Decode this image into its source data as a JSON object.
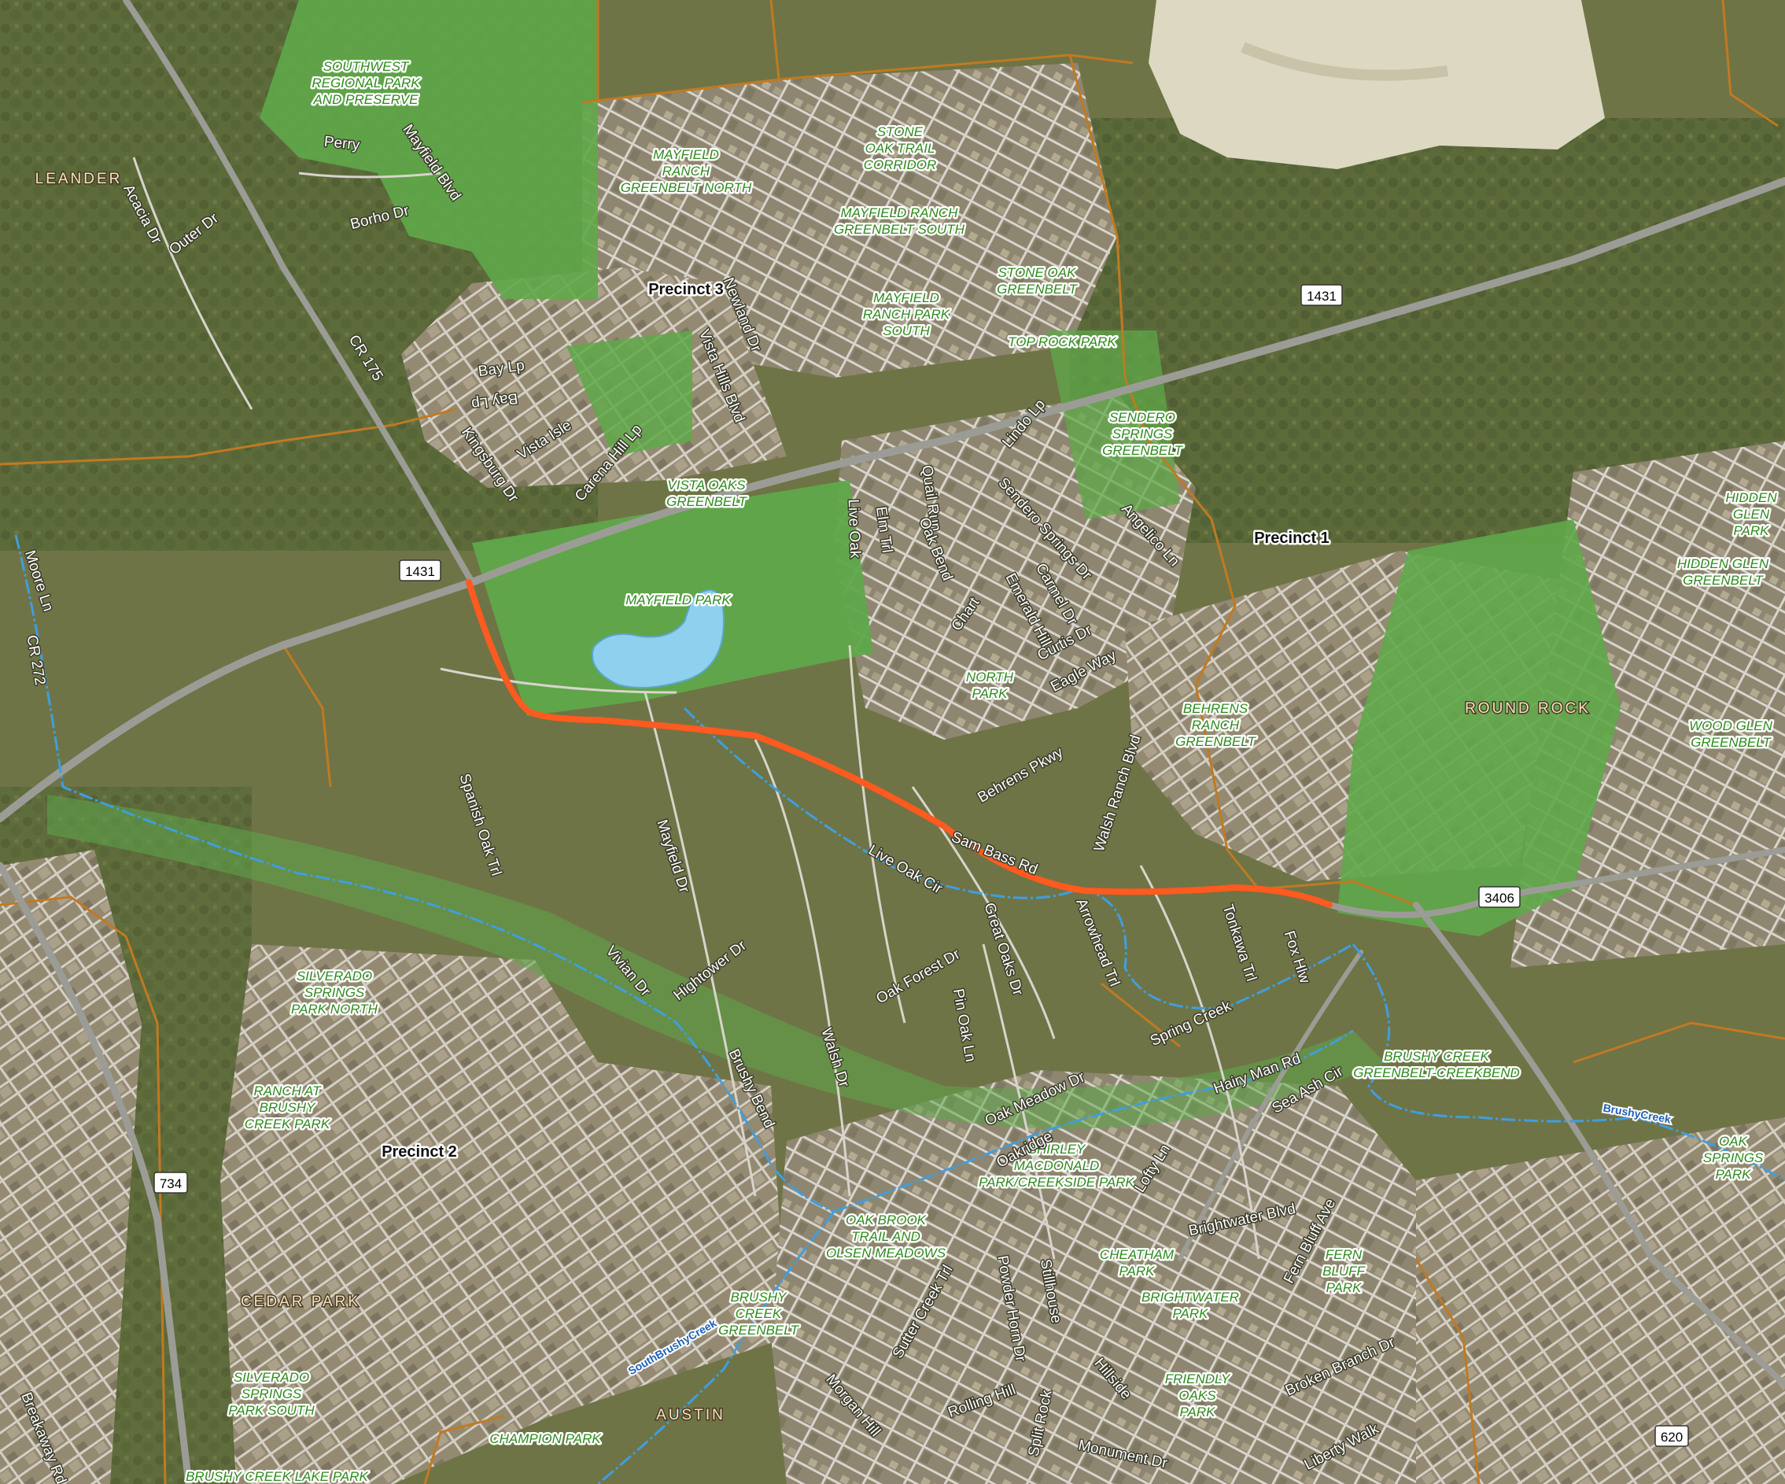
{
  "colors": {
    "land": "#6f7446",
    "land_alt": "#5d6a3a",
    "forest": "#3f5a2c",
    "subdivision": "#9a8f76",
    "park_fill": "#5fa84a",
    "quarry": "#ddd8c2",
    "highway": "#9c9c96",
    "street": "#d8d4cc",
    "boundary": "#c07a22",
    "creek": "#3f9ee0",
    "lake": "#8fd0ee",
    "sam_bass": "#ff5a1f"
  },
  "cities": [
    "LEANDER",
    "ROUND ROCK",
    "CEDAR PARK",
    "AUSTIN"
  ],
  "precincts": [
    "Precinct 3",
    "Precinct 1",
    "Precinct 2"
  ],
  "highway_shields": [
    "1431",
    "1431",
    "3406",
    "734",
    "620"
  ],
  "parks": [
    [
      "SOUTHWEST",
      "REGIONAL PARK",
      "AND PRESERVE"
    ],
    [
      "MAYFIELD",
      "RANCH",
      "GREENBELT NORTH"
    ],
    [
      "STONE",
      "OAK TRAIL",
      "CORRIDOR"
    ],
    [
      "MAYFIELD RANCH",
      "GREENBELT SOUTH"
    ],
    [
      "STONE OAK",
      "GREENBELT"
    ],
    [
      "MAYFIELD",
      "RANCH PARK",
      "SOUTH"
    ],
    [
      "TOP ROCK PARK"
    ],
    [
      "SENDERO",
      "SPRINGS",
      "GREENBELT"
    ],
    [
      "VISTA OAKS",
      "GREENBELT"
    ],
    [
      "MAYFIELD PARK"
    ],
    [
      "NORTH",
      "PARK"
    ],
    [
      "BEHRENS",
      "RANCH",
      "GREENBELT"
    ],
    [
      "HIDDEN",
      "GLEN",
      "PARK"
    ],
    [
      "HIDDEN GLEN",
      "GREENBELT"
    ],
    [
      "WOOD GLEN",
      "GREENBELT"
    ],
    [
      "SILVERADO",
      "SPRINGS",
      "PARK NORTH"
    ],
    [
      "RANCH AT",
      "BRUSHY",
      "CREEK PARK"
    ],
    [
      "BRUSHY CREEK",
      "GREENBELT-CREEKBEND"
    ],
    [
      "OAK",
      "SPRINGS",
      "PARK"
    ],
    [
      "SHIRLEY",
      "MACDONALD",
      "PARK/CREEKSIDE PARK"
    ],
    [
      "OAK BROOK",
      "TRAIL AND",
      "OLSEN MEADOWS"
    ],
    [
      "CHEATHAM",
      "PARK"
    ],
    [
      "BRIGHTWATER",
      "PARK"
    ],
    [
      "FERN",
      "BLUFF",
      "PARK"
    ],
    [
      "BRUSHY",
      "CREEK",
      "GREENBELT"
    ],
    [
      "SILVERADO",
      "SPRINGS",
      "PARK SOUTH"
    ],
    [
      "FRIENDLY",
      "OAKS",
      "PARK"
    ],
    [
      "CHAMPION PARK"
    ],
    [
      "BRUSHY CREEK LAKE PARK"
    ]
  ],
  "roads": [
    "Perry",
    "Mayfield Blvd",
    "Borho Dr",
    "Acacia Dr",
    "Outer Dr",
    "CR 175",
    "Newland Dr",
    "Bay Lp",
    "Bay Lp",
    "Kingsburg Dr",
    "Vista Isle",
    "Carena Hill Lp",
    "Vista Hills Blvd",
    "Lindo Lp",
    "Quail Run",
    "Elm Trl",
    "Live Oak",
    "Oak Bend",
    "Sendero Springs Dr",
    "Angelico Ln",
    "Carmel Dr",
    "Emerald Hill",
    "Chart",
    "Curtis Dr",
    "Eagle Way",
    "Moore Ln",
    "CR 272",
    "Behrens Pkwy",
    "Walsh Ranch Blvd",
    "Sam Bass Rd",
    "Spanish Oak Trl",
    "Mayfield Dr",
    "Live Oak Cir",
    "Arrowhead Trl",
    "Tonkawa Trl",
    "Fox Hlw",
    "Great Oaks Dr",
    "Vivian Dr",
    "Hightower Dr",
    "Oak Forest Dr",
    "Spring Creek",
    "Pin Oak Ln",
    "Walsh Dr",
    "Brushy Bend",
    "Hairy Man Rd",
    "Sea Ash Cir",
    "Oak Meadow Dr",
    "Oakridge",
    "Lofty Ln",
    "Brightwater Blvd",
    "Fern Bluff Ave",
    "Sutter Creek Trl",
    "Powder Horn Dr",
    "Stillhouse",
    "Morgan Hill",
    "Rolling Hill",
    "Hillside",
    "Split Rock",
    "Monument Dr",
    "Broken Branch Dr",
    "Liberty Walk",
    "Breakaway Rd"
  ],
  "creeks": [
    "BrushyCreek",
    "SouthBrushyCreek"
  ]
}
